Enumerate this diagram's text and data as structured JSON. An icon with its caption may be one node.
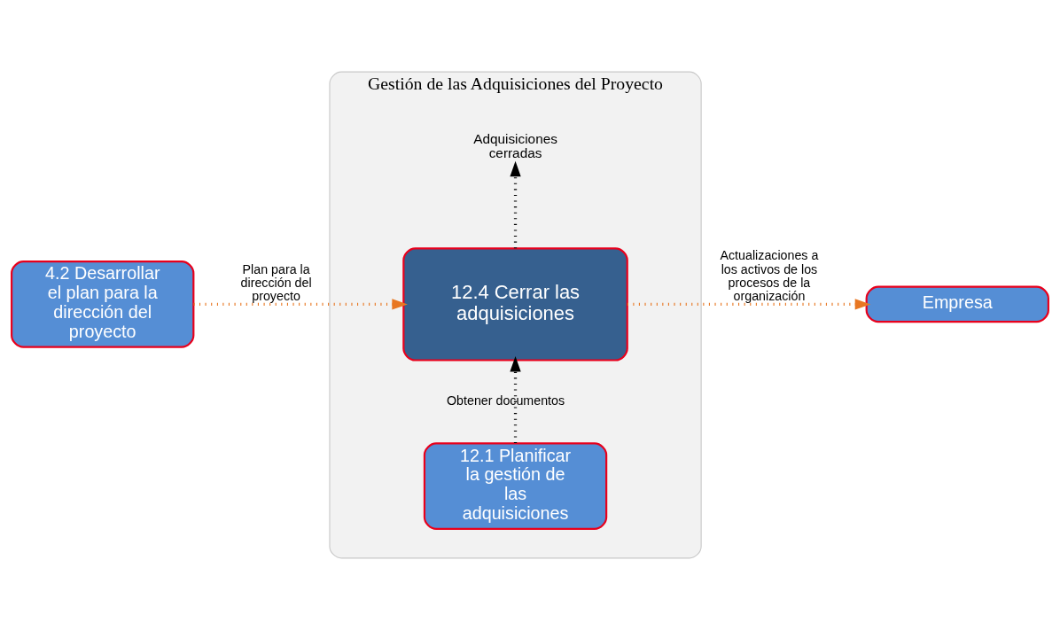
{
  "diagram": {
    "nodes": [
      {
        "text": [
          "Gestión de las Adquisiciones del Proyecto"
        ]
      },
      {
        "text": [
          "12.1 Planificar la gestión de las adquisiciones"
        ],
        "in": 0
      },
      {
        "text": [
          "12.4 Cerrar las adquisiciones"
        ],
        "in": 0
      },
      {
        "text": [
          "4.2 Desarrollar el plan para la dirección del proyecto"
        ]
      },
      {
        "text": [
          "Empresa"
        ]
      },
      {
        "text": [
          "Adquisiciones cerradas"
        ],
        "in": 0
      }
    ],
    "edges": [
      {
        "from": 1,
        "to": 2,
        "arrow": "to",
        "label": "Obtener documentos",
        "style": "dashed",
        "color": "#000000"
      },
      {
        "from": 3,
        "to": 2,
        "arrow": "to",
        "label": "Plan para la dirección del proyecto",
        "style": "dashed",
        "color": "#e87722"
      },
      {
        "from": 2,
        "to": 4,
        "arrow": "to",
        "label": "Actualizaciones a los activos de los procesos de la organización",
        "style": "dashed",
        "color": "#e87722"
      },
      {
        "from": 2,
        "to": 5,
        "arrow": "to",
        "style": "dashed",
        "color": "#000000"
      }
    ]
  }
}
